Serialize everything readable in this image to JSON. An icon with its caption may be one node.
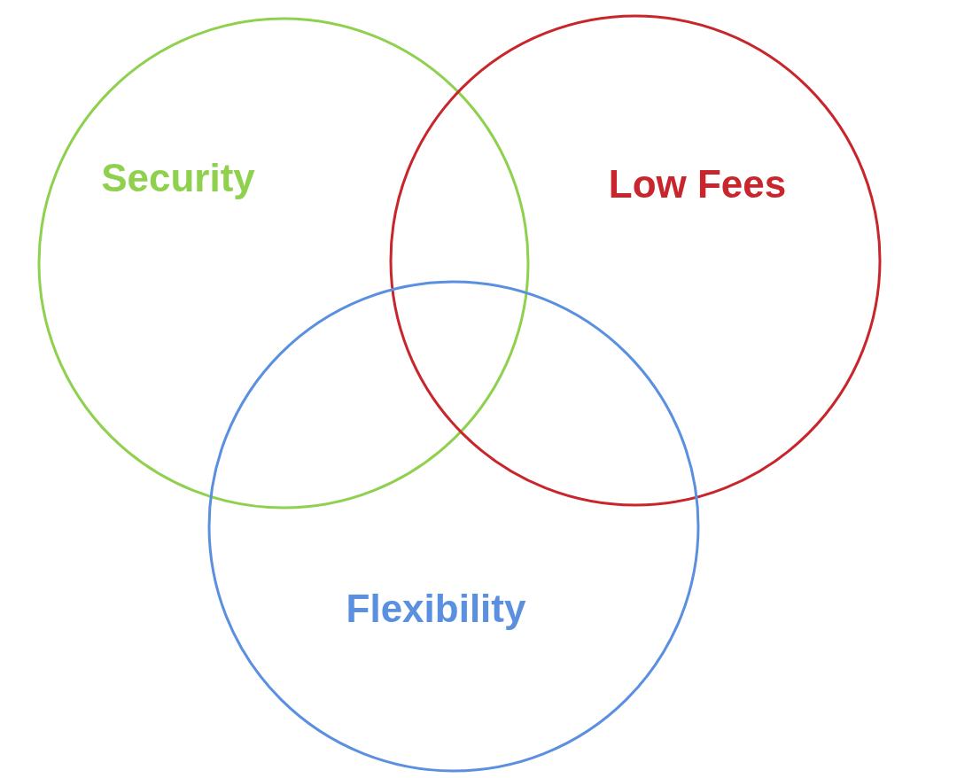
{
  "diagram": {
    "nodes": [
      {
        "text": [
          "Security"
        ]
      },
      {
        "text": [
          "Low Fees"
        ]
      },
      {
        "text": [
          "Flexibility"
        ]
      }
    ]
  }
}
